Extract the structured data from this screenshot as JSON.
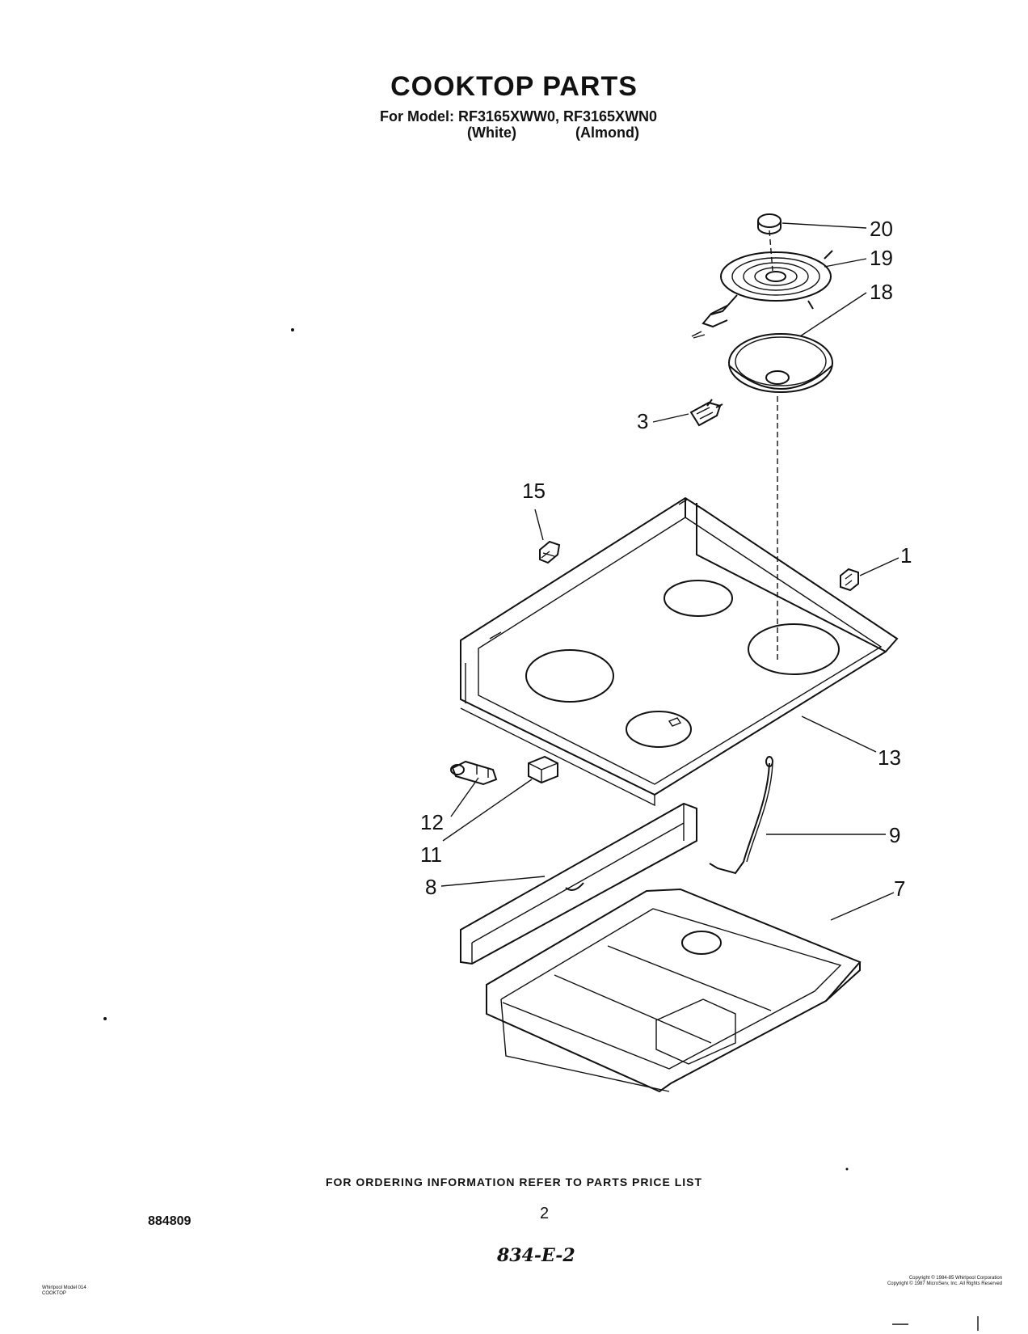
{
  "header": {
    "title": "COOKTOP PARTS",
    "model_line": "For Model: RF3165XWW0, RF3165XWN0",
    "variant_white": "(White)",
    "variant_almond": "(Almond)"
  },
  "callouts": [
    "20",
    "19",
    "18",
    "3",
    "15",
    "1",
    "13",
    "12",
    "11",
    "9",
    "8",
    "7"
  ],
  "footer": {
    "ordering_note": "FOR ORDERING INFORMATION REFER TO PARTS PRICE LIST",
    "page_number": "2",
    "document_number": "884809",
    "handwritten_note": "834-E-2",
    "left_small_1": "Whirlpool Model 014",
    "left_small_2": "COOKTOP",
    "copyright_1": "Copyright © 1984-85 Whirlpool Corporation",
    "copyright_2": "Copyright © 1987 MicroServ, Inc. All Rights Reserved"
  }
}
